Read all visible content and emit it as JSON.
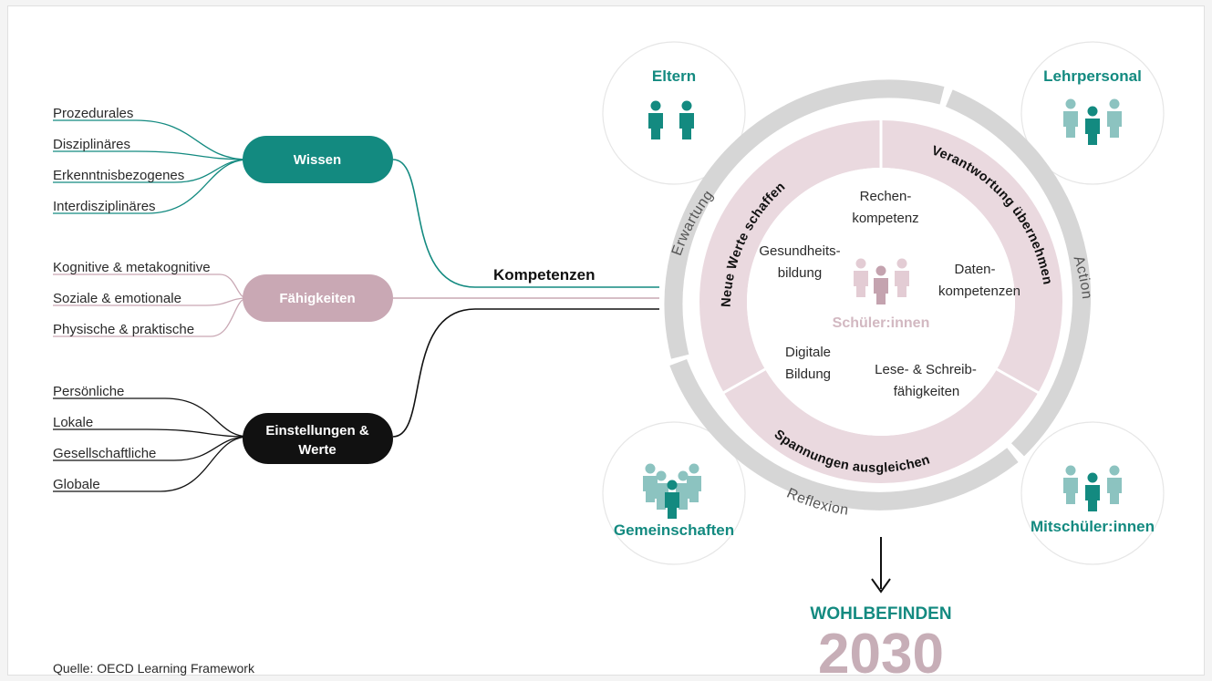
{
  "source": "Quelle: OECD Learning Framework",
  "colors": {
    "teal": "#138a80",
    "lightTeal": "#8cc3c0",
    "mauve": "#c9a8b4",
    "pink": "#ead9df",
    "ring": "#d6d6d6",
    "black": "#111111",
    "year": "#c7aeb7"
  },
  "left": {
    "wissen": {
      "label": "Wissen",
      "items": [
        "Prozedurales",
        "Disziplinäres",
        "Erkenntnisbezogenes",
        "Interdisziplinäres"
      ]
    },
    "faehigkeiten": {
      "label": "Fähigkeiten",
      "items": [
        "Kognitive & metakognitive",
        "Soziale & emotionale",
        "Physische & praktische"
      ]
    },
    "einstellungen": {
      "label_line1": "Einstellungen &",
      "label_line2": "Werte",
      "items": [
        "Persönliche",
        "Lokale",
        "Gesellschaftliche",
        "Globale"
      ]
    }
  },
  "kompetenzen": "Kompetenzen",
  "circle": {
    "center_label": "Schüler:innen",
    "inner_items": {
      "rechen_1": "Rechen-",
      "rechen_2": "kompetenz",
      "gesundheit_1": "Gesundheits-",
      "gesundheit_2": "bildung",
      "daten_1": "Daten-",
      "daten_2": "kompetenzen",
      "digital_1": "Digitale",
      "digital_2": "Bildung",
      "lese_1": "Lese- & Schreib-",
      "lese_2": "fähigkeiten"
    },
    "bands": {
      "left": "Neue Werte schaffen",
      "right": "Verantwortung übernehmen",
      "bottom": "Spannungen ausgleichen"
    },
    "outer_ring": {
      "top": "Erwartung",
      "right": "Action",
      "bottom": "Reflexion"
    }
  },
  "groups": {
    "eltern": "Eltern",
    "lehrpersonal": "Lehrpersonal",
    "gemeinschaften": "Gemeinschaften",
    "mitschueler": "Mitschüler:innen"
  },
  "outcome": {
    "label": "WOHLBEFINDEN",
    "year": "2030"
  }
}
